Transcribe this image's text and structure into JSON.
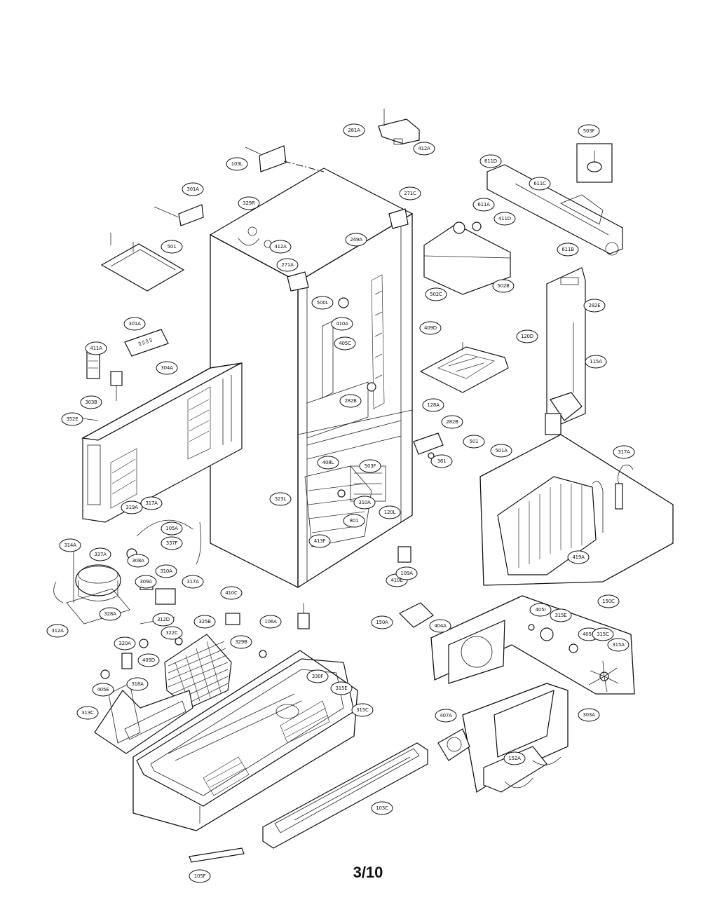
{
  "page": {
    "number_label": "3/10"
  },
  "callouts": [
    {
      "id": "c-281a",
      "label": "281A"
    },
    {
      "id": "c-412a-top",
      "label": "412A"
    },
    {
      "id": "c-103l",
      "label": "103L"
    },
    {
      "id": "c-503f",
      "label": "503F"
    },
    {
      "id": "c-301a-top",
      "label": "301A"
    },
    {
      "id": "c-329r",
      "label": "329R"
    },
    {
      "id": "c-412a-mid",
      "label": "412A"
    },
    {
      "id": "c-271c",
      "label": "271C"
    },
    {
      "id": "c-611d",
      "label": "611D"
    },
    {
      "id": "c-611c",
      "label": "611C"
    },
    {
      "id": "c-611a",
      "label": "611A"
    },
    {
      "id": "c-411d",
      "label": "411D"
    },
    {
      "id": "c-611b",
      "label": "611B"
    },
    {
      "id": "c-502c",
      "label": "502C"
    },
    {
      "id": "c-502b",
      "label": "502B"
    },
    {
      "id": "c-501",
      "label": "501"
    },
    {
      "id": "c-271a",
      "label": "271A"
    },
    {
      "id": "c-249a",
      "label": "249A"
    },
    {
      "id": "c-500l",
      "label": "500L"
    },
    {
      "id": "c-410a",
      "label": "410A"
    },
    {
      "id": "c-301a-left",
      "label": "301A"
    },
    {
      "id": "c-411a",
      "label": "411A"
    },
    {
      "id": "c-304a",
      "label": "304A"
    },
    {
      "id": "c-303b",
      "label": "303B"
    },
    {
      "id": "c-352e",
      "label": "352E"
    },
    {
      "id": "c-405c",
      "label": "405C"
    },
    {
      "id": "c-282b",
      "label": "282B"
    },
    {
      "id": "c-409d",
      "label": "409D"
    },
    {
      "id": "c-128a",
      "label": "128A"
    },
    {
      "id": "c-120d",
      "label": "120D"
    },
    {
      "id": "c-282e",
      "label": "282E"
    },
    {
      "id": "c-115a",
      "label": "115A"
    },
    {
      "id": "c-282b-mid",
      "label": "282B"
    },
    {
      "id": "c-501-mid",
      "label": "501"
    },
    {
      "id": "c-361",
      "label": "361"
    },
    {
      "id": "c-501a",
      "label": "501A"
    },
    {
      "id": "c-317a-right",
      "label": "317A"
    },
    {
      "id": "c-408l",
      "label": "408L"
    },
    {
      "id": "c-503f-mid",
      "label": "503F"
    },
    {
      "id": "c-323l",
      "label": "323L"
    },
    {
      "id": "c-310a-mid",
      "label": "310A"
    },
    {
      "id": "c-801",
      "label": "801"
    },
    {
      "id": "c-120l",
      "label": "120L"
    },
    {
      "id": "c-413f",
      "label": "413F"
    },
    {
      "id": "c-419a",
      "label": "419A"
    },
    {
      "id": "c-319a",
      "label": "319A"
    },
    {
      "id": "c-317a-mid",
      "label": "317A"
    },
    {
      "id": "c-105a",
      "label": "105A"
    },
    {
      "id": "c-314a",
      "label": "314A"
    },
    {
      "id": "c-337a",
      "label": "337A"
    },
    {
      "id": "c-337f",
      "label": "337F"
    },
    {
      "id": "c-308a",
      "label": "308A"
    },
    {
      "id": "c-310a",
      "label": "310A"
    },
    {
      "id": "c-309a",
      "label": "309A"
    },
    {
      "id": "c-317a-low",
      "label": "317A"
    },
    {
      "id": "c-410c",
      "label": "410C"
    },
    {
      "id": "c-410e",
      "label": "410E"
    },
    {
      "id": "c-109a",
      "label": "109A"
    },
    {
      "id": "c-328a",
      "label": "328A"
    },
    {
      "id": "c-312d",
      "label": "312D"
    },
    {
      "id": "c-312a",
      "label": "312A"
    },
    {
      "id": "c-325b",
      "label": "325B"
    },
    {
      "id": "c-106a",
      "label": "106A"
    },
    {
      "id": "c-150a",
      "label": "150A"
    },
    {
      "id": "c-322c",
      "label": "322C"
    },
    {
      "id": "c-329b",
      "label": "329B"
    },
    {
      "id": "c-320a",
      "label": "320A"
    },
    {
      "id": "c-405d",
      "label": "405D"
    },
    {
      "id": "c-405e",
      "label": "405E"
    },
    {
      "id": "c-318a",
      "label": "318A"
    },
    {
      "id": "c-313c",
      "label": "313C"
    },
    {
      "id": "c-405i",
      "label": "405I"
    },
    {
      "id": "c-150c",
      "label": "150C"
    },
    {
      "id": "c-404a",
      "label": "404A"
    },
    {
      "id": "c-405g",
      "label": "405G"
    },
    {
      "id": "c-315e",
      "label": "315E"
    },
    {
      "id": "c-315c",
      "label": "315C"
    },
    {
      "id": "c-315a",
      "label": "315A"
    },
    {
      "id": "c-330f",
      "label": "330F"
    },
    {
      "id": "c-315e-low",
      "label": "315E"
    },
    {
      "id": "c-315c-low",
      "label": "315C"
    },
    {
      "id": "c-407a",
      "label": "407A"
    },
    {
      "id": "c-303a",
      "label": "303A"
    },
    {
      "id": "c-152a",
      "label": "152A"
    },
    {
      "id": "c-103c",
      "label": "103C"
    },
    {
      "id": "c-105f",
      "label": "105F"
    }
  ]
}
